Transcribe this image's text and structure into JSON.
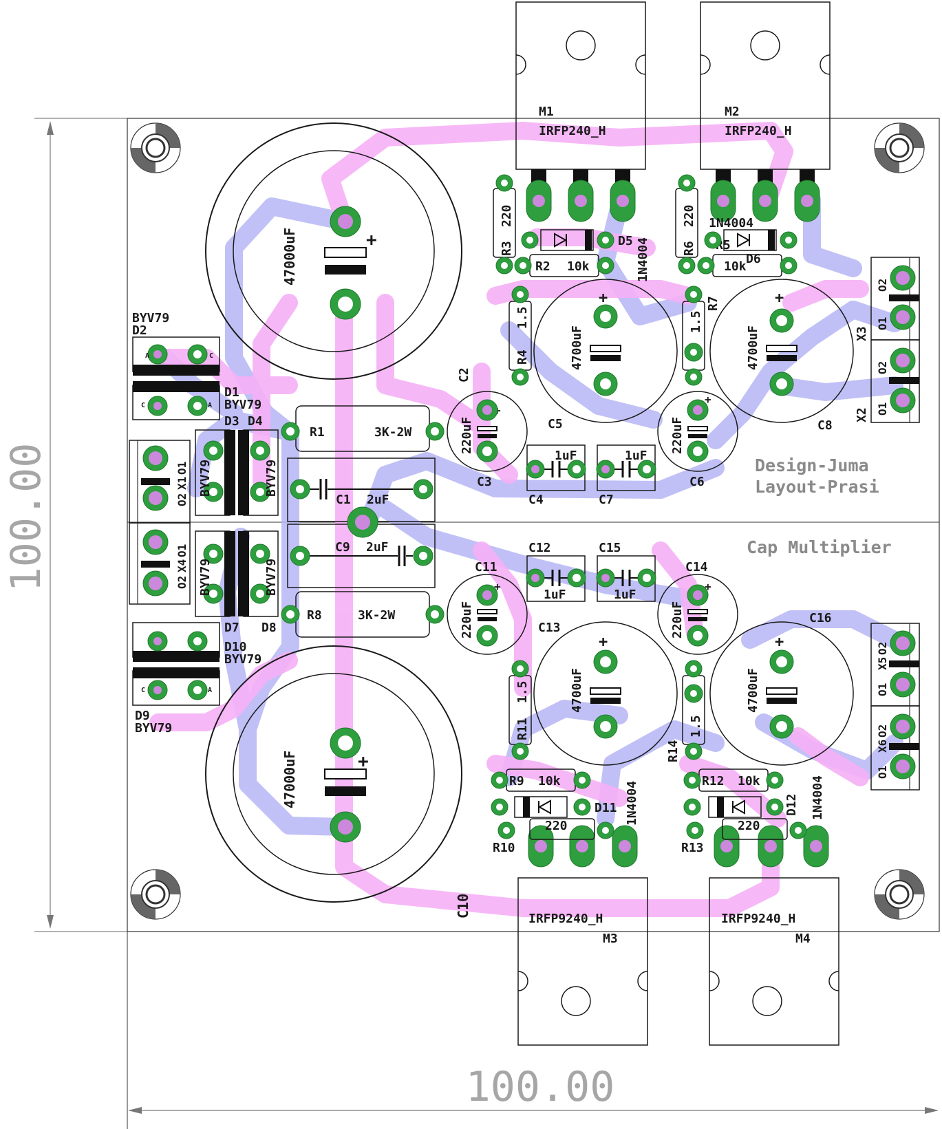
{
  "dimensions": {
    "vertical": "100.00",
    "horizontal": "100.00"
  },
  "notes": {
    "design": "Design-Juma",
    "layout": "Layout-Prasi",
    "title": "Cap Multiplier"
  },
  "mosfets": [
    {
      "ref": "M1",
      "value": "IRFP240_H"
    },
    {
      "ref": "M2",
      "value": "IRFP240_H"
    },
    {
      "ref": "M3",
      "value": "IRFP9240_H"
    },
    {
      "ref": "M4",
      "value": "IRFP9240_H"
    }
  ],
  "big_caps": [
    {
      "ref": "C10",
      "value": "47000uF"
    },
    {
      "value": "47000uF"
    }
  ],
  "caps_4700": [
    {
      "ref": "C5",
      "value": "4700uF"
    },
    {
      "ref": "C8",
      "value": "4700uF"
    },
    {
      "ref": "C13",
      "value": "4700uF"
    },
    {
      "ref": "C16",
      "value": "4700uF"
    }
  ],
  "caps_220": [
    {
      "ref": "C2",
      "label_ref2": "C3",
      "value": "220uF"
    },
    {
      "ref": "C6",
      "value": "220uF"
    },
    {
      "ref": "C11",
      "value": "220uF"
    },
    {
      "ref": "C14",
      "value": "220uF"
    }
  ],
  "caps_1u": [
    {
      "ref": "C4",
      "value": "1uF"
    },
    {
      "ref": "C7",
      "value": "1uF"
    },
    {
      "ref": "C12",
      "value": "1uF"
    },
    {
      "ref": "C15",
      "value": "1uF"
    }
  ],
  "caps_2u": [
    {
      "ref": "C1",
      "value": "2uF"
    },
    {
      "ref": "C9",
      "value": "2uF"
    }
  ],
  "resistors": [
    {
      "ref": "R1",
      "value": "3K-2W"
    },
    {
      "ref": "R8",
      "value": "3K-2W"
    },
    {
      "ref": "R2",
      "value": "10k"
    },
    {
      "ref": "R3",
      "value": "220"
    },
    {
      "ref": "R4",
      "value": "1.5"
    },
    {
      "ref": "R5",
      "value": "10k"
    },
    {
      "ref": "R6",
      "value": "220"
    },
    {
      "ref": "R7",
      "value": "1.5"
    },
    {
      "ref": "R9",
      "value": "10k"
    },
    {
      "ref": "R10",
      "value": "220"
    },
    {
      "ref": "R11",
      "value": "1.5"
    },
    {
      "ref": "R12",
      "value": "10k"
    },
    {
      "ref": "R13",
      "value": "220"
    },
    {
      "ref": "R14",
      "value": "1.5"
    }
  ],
  "diodes_signal": [
    {
      "ref": "D5",
      "value": "1N4004"
    },
    {
      "ref": "D6",
      "value": "1N4004"
    },
    {
      "ref": "D11",
      "value": "1N4004"
    },
    {
      "ref": "D12",
      "value": "1N4004"
    }
  ],
  "diodes_rect": [
    {
      "ref": "D1",
      "value": "BYV79"
    },
    {
      "ref": "D2",
      "value": "BYV79"
    },
    {
      "ref": "D3",
      "value": "BYV79"
    },
    {
      "ref": "D4",
      "value": "BYV79"
    },
    {
      "ref": "D7",
      "value": "BYV79"
    },
    {
      "ref": "D8",
      "value": "BYV79"
    },
    {
      "ref": "D9",
      "value": "BYV79"
    },
    {
      "ref": "D10",
      "value": "BYV79"
    }
  ],
  "connectors": [
    {
      "ref": "X1",
      "pins": [
        "O1",
        "O2"
      ]
    },
    {
      "ref": "X2",
      "pins": [
        "O1",
        "O2"
      ]
    },
    {
      "ref": "X3",
      "pins": [
        "O1",
        "O2"
      ]
    },
    {
      "ref": "X4",
      "pins": [
        "O1",
        "O2"
      ]
    },
    {
      "ref": "X5",
      "pins": [
        "O1",
        "O2"
      ]
    },
    {
      "ref": "X6",
      "pins": [
        "O1",
        "O2"
      ]
    }
  ],
  "diode_pin_labels": {
    "anode": "A",
    "cathode": "C"
  },
  "cap_polarity": "+"
}
